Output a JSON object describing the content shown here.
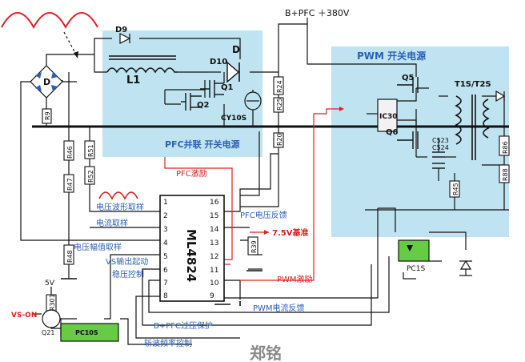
{
  "rail": {
    "label": "B+PFC ＋380V"
  },
  "zones": {
    "pfc_title": "PFC并联 开关电源",
    "pwm_title": "PWM 开关电源"
  },
  "chip": {
    "name": "ML4824",
    "pins_left": [
      "1",
      "2",
      "3",
      "4",
      "5",
      "6",
      "7",
      "8"
    ],
    "pins_right": [
      "16",
      "15",
      "14",
      "13",
      "12",
      "11",
      "10",
      "9"
    ]
  },
  "components": {
    "d9": "D9",
    "d10": "D10",
    "d": "D",
    "d_bridge": "D",
    "l1": "L1",
    "q1": "Q1",
    "q2": "Q2",
    "q5": "Q5",
    "q6": "Q6",
    "ic30": "IC30",
    "cy10s": "CY10S",
    "t1t2s": "T1S/T2S",
    "c523": "C523",
    "c524": "C524",
    "pc1s": "PC1S",
    "pc10s": "PC10S",
    "q21": "Q21",
    "five_v": "5V",
    "vs_on": "VS-ON",
    "r9": "R9",
    "r46": "R46",
    "r47": "R47",
    "r48": "R48",
    "r51": "R51",
    "r52": "R52",
    "r24": "R24",
    "r25": "R25",
    "r20": "R20",
    "r39": "R39",
    "r45": "R45",
    "r86": "R86",
    "r88": "R88",
    "r301": "R301"
  },
  "labels": {
    "pfc_drive": "PFC激励",
    "current_wave": "电压波形取样",
    "current_sample": "电流取样",
    "voltage_amp": "电压幅值取样",
    "vs_start": "VS输出起动",
    "stabilize": "稳压控制",
    "pfc_volt_fb": "PFC电压反馈",
    "ref_75": "7.5V基准",
    "pwm_drive": "PWM激励",
    "pwm_current_fb": "PWM电流反馈",
    "overvolt": "B+PFC过压保护",
    "osc_freq": "斩波频率控制",
    "watermark": "郑铭"
  },
  "colors": {
    "zone": "#bfe3f0",
    "wire": "#111111",
    "label_blue": "#2b5fb8",
    "label_red": "#e02020",
    "opto": "#66cc44",
    "red_wire": "#e02020"
  }
}
